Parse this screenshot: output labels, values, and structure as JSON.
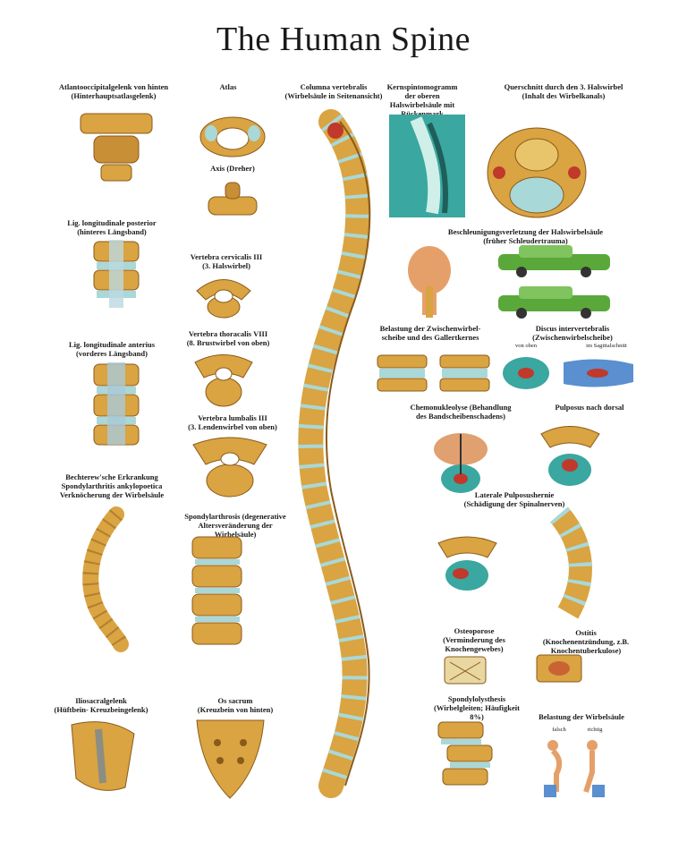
{
  "title": "The Human Spine",
  "labels": {
    "atlantooccipital": "Atlantooccipitalgelenk von hinten\n(Hinterhauptsatlasgelenk)",
    "atlas": "Atlas",
    "columna": "Columna vertebralis\n(Wirbelsäule in Seitenansicht)",
    "kernspin": "Kernspintomogramm\nder oberen\nHalswirbelsäule mit\nRückenmark",
    "querschnitt": "Querschnitt durch den 3. Halswirbel\n(Inhalt des Wirbelkanals)",
    "axis": "Axis (Dreher)",
    "lig_post": "Lig. longitudinale posterior\n(hinteres Längsband)",
    "beschleunigung": "Beschleunigungsverletzung der Halswirbelsäule\n(früher Schleudertrauma)",
    "vertebra_cerv": "Vertebra cervicalis III\n(3. Halswirbel)",
    "vertebra_thor": "Vertebra thoracalis VIII\n(8. Brustwirbel von oben)",
    "lig_ant": "Lig. longitudinale anterius\n(vorderes Längsband)",
    "belastung_zw": "Belastung der Zwischenwirbel-\nscheibe und des Gallertkernes",
    "discus": "Discus intervertebralis\n(Zwischenwirbelscheibe)",
    "vertebra_lumb": "Vertebra lumbalis III\n(3. Lendenwirbel von oben)",
    "chemo": "Chemonukleolyse (Behandlung\ndes Bandscheibenschadens)",
    "pulposus": "Pulposus nach dorsal",
    "bechterew": "Bechterew'sche Erkrankung\nSpondylarthritis ankylopoetica\nVerknöcherung der Wirbelsäule",
    "spondyl_deg": "Spondylarthrosis (degenerative\nAltersveränderung der Wirbelsäule)",
    "laterale": "Laterale Pulposushernie\n(Schädigung der Spinalnerven)",
    "osteoporose": "Osteoporose\n(Verminderung des\nKnochengewebes)",
    "ostitis": "Ostitis\n(Knochenentzündung, z.B. Knochentuberkulose)",
    "iliosacral": "Iliosacralgelenk\n(Hüftbein- Kreuzbeingelenk)",
    "os_sacrum": "Os sacrum\n(Kreuzbein von hinten)",
    "spondylolysthesis": "Spondylolysthesis\n(Wirbelgleiten; Häufigkeit 8%)",
    "belastung_ws": "Belastung der Wirbelsäule",
    "von_oben": "von oben",
    "im_sagittal": "im Sagittalschnitt",
    "falsch": "falsch",
    "richtig": "richtig"
  },
  "colors": {
    "bone": "#d9a441",
    "bone_dark": "#8a5a1c",
    "disc": "#a9d8d8",
    "cord": "#e8c56a",
    "red": "#c0392b",
    "green": "#5aa83a",
    "mri": "#3aa7a0",
    "skin": "#e5a06a"
  }
}
